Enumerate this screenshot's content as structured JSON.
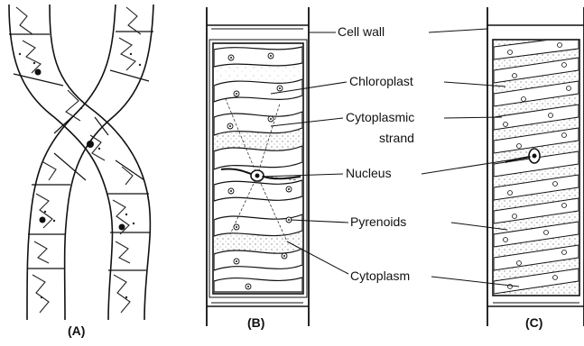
{
  "figure": {
    "panels": [
      {
        "id": "A",
        "caption": "(A)"
      },
      {
        "id": "B",
        "caption": "(B)"
      },
      {
        "id": "C",
        "caption": "(C)"
      }
    ],
    "labels": {
      "cell_wall": "Cell wall",
      "chloroplast": "Chloroplast",
      "cytoplasmic_strand_line1": "Cytoplasmic",
      "cytoplasmic_strand_line2": "strand",
      "nucleus": "Nucleus",
      "pyrenoids": "Pyrenoids",
      "cytoplasm": "Cytoplasm"
    }
  }
}
